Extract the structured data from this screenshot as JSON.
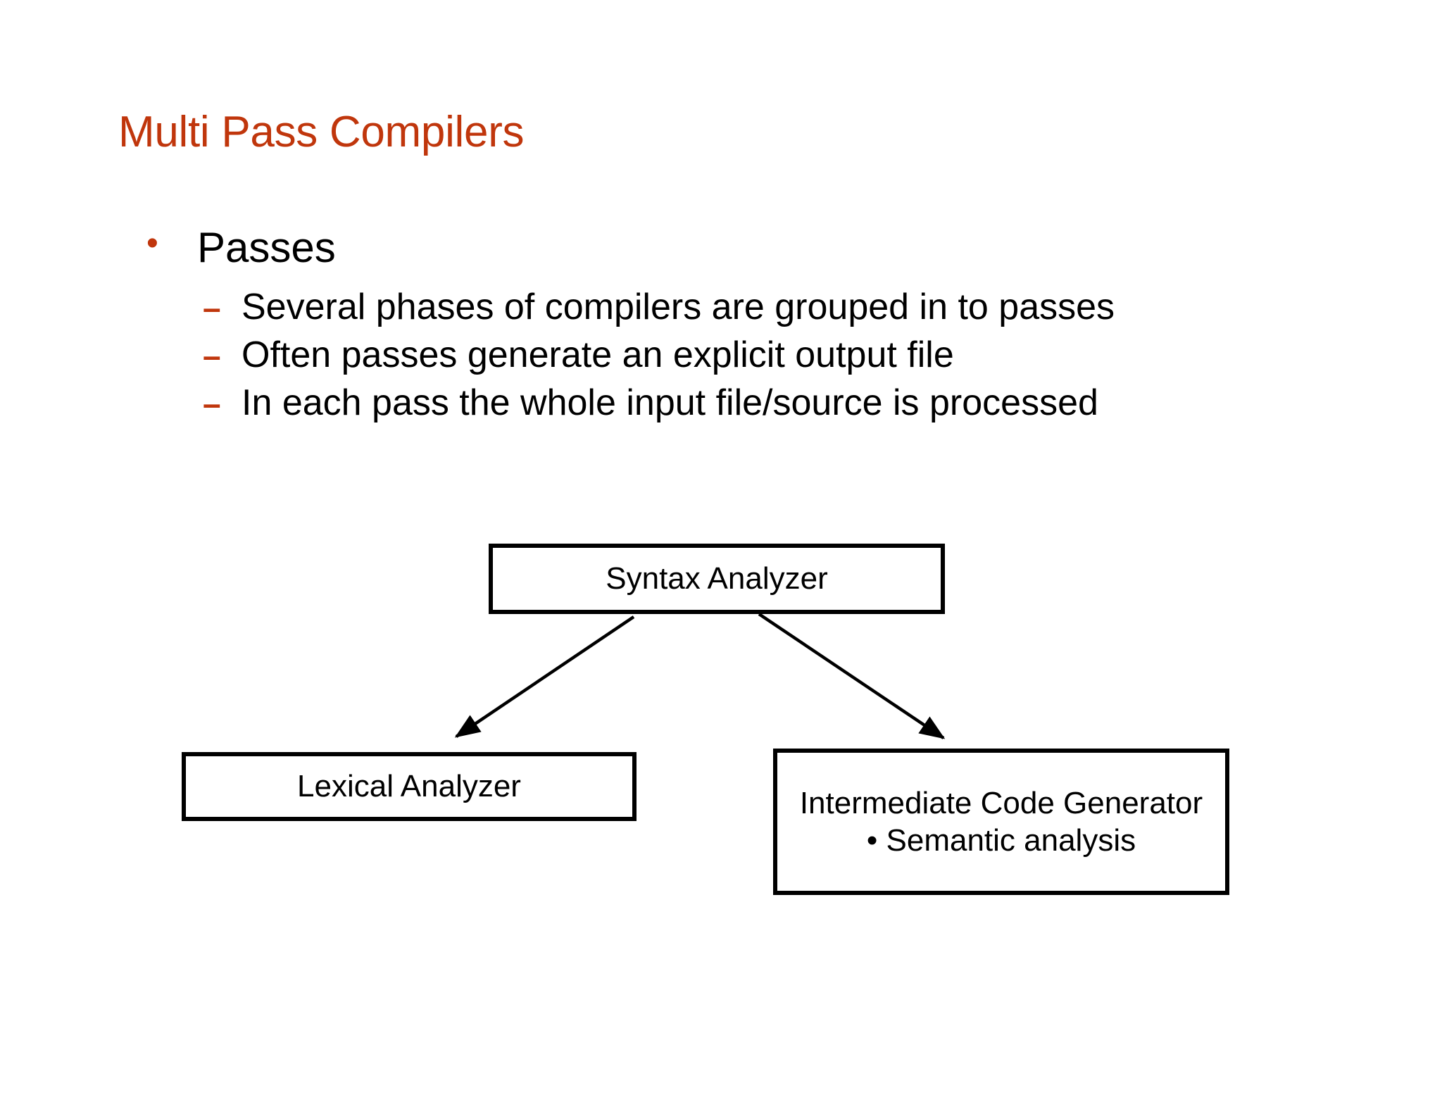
{
  "slide": {
    "title": "Multi Pass Compilers",
    "title_color": "#C0360C",
    "background_color": "#FFFFFF",
    "body_text_color": "#000000"
  },
  "content": {
    "level1": {
      "marker": "•",
      "text": "Passes"
    },
    "level2_marker": "–",
    "level2": [
      {
        "text": "Several phases of compilers are grouped in to passes"
      },
      {
        "text": "Often passes generate an explicit output file"
      },
      {
        "text": "In each pass the whole input file/source is processed"
      }
    ]
  },
  "diagram": {
    "type": "flow",
    "nodes": [
      {
        "id": "syntax",
        "label": "Syntax Analyzer"
      },
      {
        "id": "lexical",
        "label": "Lexical Analyzer"
      },
      {
        "id": "intermediate",
        "label": "Intermediate Code Generator",
        "sub_label": "• Semantic analysis"
      }
    ],
    "edges": [
      {
        "from": "syntax",
        "to": "lexical"
      },
      {
        "from": "syntax",
        "to": "intermediate"
      }
    ],
    "line_color": "#000000"
  }
}
